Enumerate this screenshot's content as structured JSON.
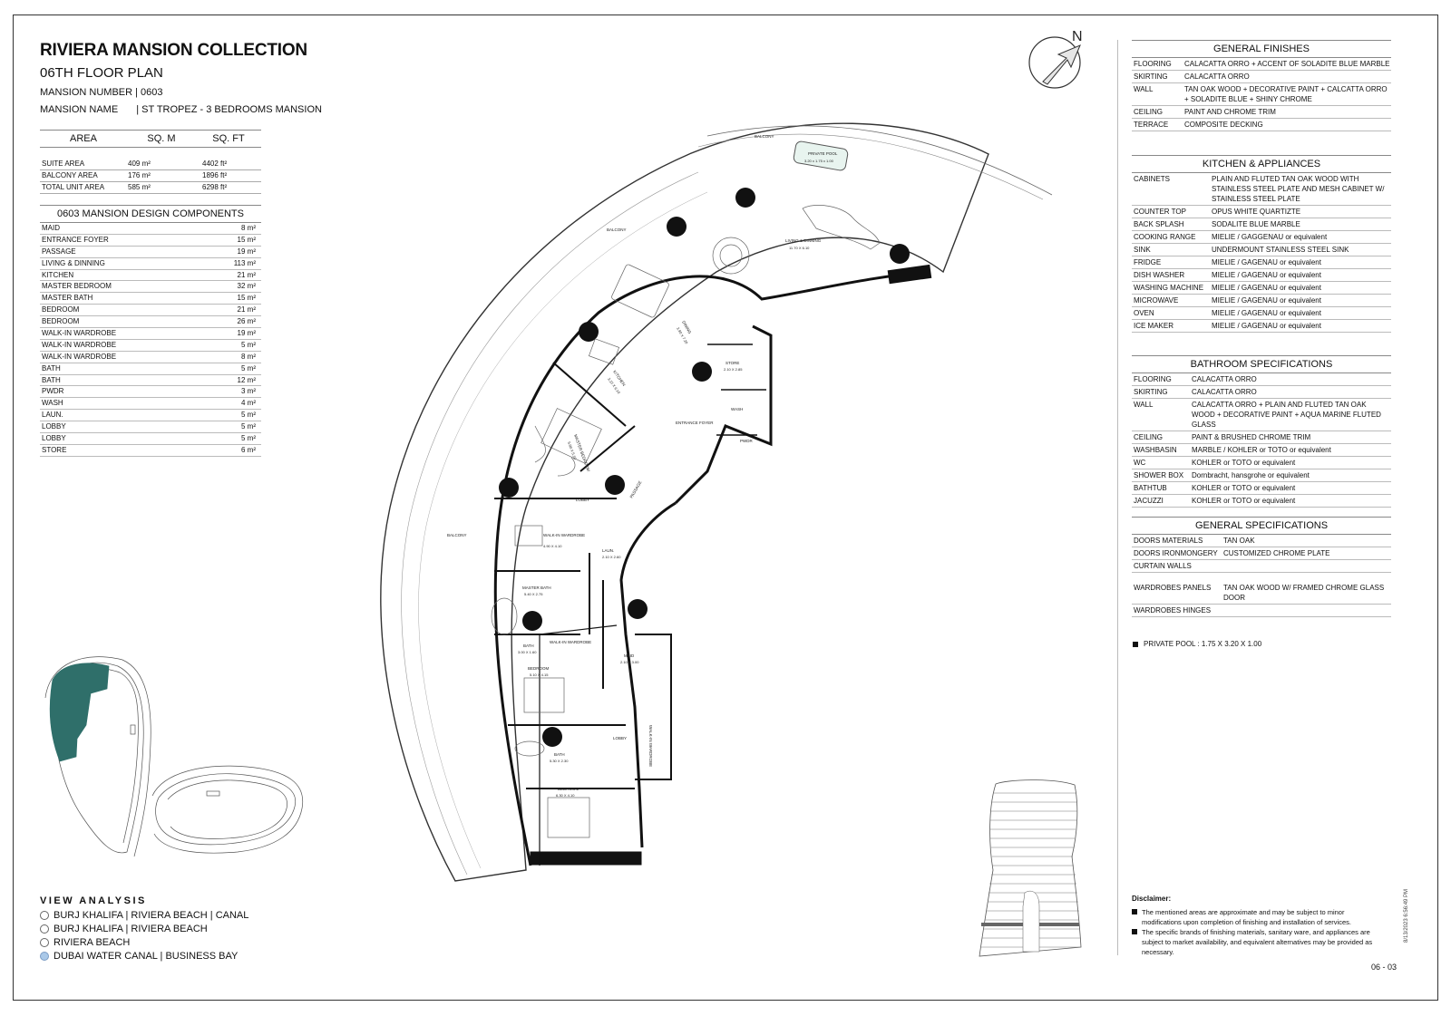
{
  "header": {
    "title": "RIVIERA MANSION COLLECTION",
    "floor": "06TH FLOOR PLAN",
    "mansion_number_label": "MANSION NUMBER | 0603",
    "mansion_name_label": "MANSION NAME",
    "mansion_name_value": "| ST TROPEZ - 3 BEDROOMS MANSION"
  },
  "area_table": {
    "headers": [
      "AREA",
      "SQ. M",
      "SQ. FT"
    ],
    "rows": [
      {
        "label": "SUITE AREA",
        "sqm": "409 m²",
        "sqft": "4402 ft²"
      },
      {
        "label": "BALCONY AREA",
        "sqm": "176 m²",
        "sqft": "1896 ft²"
      },
      {
        "label": "TOTAL UNIT AREA",
        "sqm": "585 m²",
        "sqft": "6298 ft²"
      }
    ]
  },
  "components": {
    "title": "0603 MANSION DESIGN COMPONENTS",
    "rows": [
      {
        "label": "MAID",
        "value": "8 m²"
      },
      {
        "label": "ENTRANCE FOYER",
        "value": "15 m²"
      },
      {
        "label": "PASSAGE",
        "value": "19 m²"
      },
      {
        "label": "LIVING & DINNING",
        "value": "113 m²"
      },
      {
        "label": "KITCHEN",
        "value": "21 m²"
      },
      {
        "label": "MASTER BEDROOM",
        "value": "32 m²"
      },
      {
        "label": "MASTER BATH",
        "value": "15 m²"
      },
      {
        "label": "BEDROOM",
        "value": "21 m²"
      },
      {
        "label": "BEDROOM",
        "value": "26 m²"
      },
      {
        "label": "WALK-IN WARDROBE",
        "value": "19 m²"
      },
      {
        "label": "WALK-IN WARDROBE",
        "value": "5 m²"
      },
      {
        "label": "WALK-IN WARDROBE",
        "value": "8 m²"
      },
      {
        "label": "BATH",
        "value": "5 m²"
      },
      {
        "label": "BATH",
        "value": "12 m²"
      },
      {
        "label": "PWDR",
        "value": "3 m²"
      },
      {
        "label": "WASH",
        "value": "4 m²"
      },
      {
        "label": "LAUN.",
        "value": "5 m²"
      },
      {
        "label": "LOBBY",
        "value": "5 m²"
      },
      {
        "label": "LOBBY",
        "value": "5 m²"
      },
      {
        "label": "STORE",
        "value": "6 m²"
      }
    ]
  },
  "general_finishes": {
    "title": "GENERAL FINISHES",
    "rows": [
      {
        "k": "FLOORING",
        "v": "CALACATTA ORRO + ACCENT OF SOLADITE BLUE MARBLE"
      },
      {
        "k": "SKIRTING",
        "v": "CALACATTA ORRO"
      },
      {
        "k": "WALL",
        "v": "TAN OAK WOOD + DECORATIVE PAINT + CALCATTA ORRO + SOLADITE BLUE + SHINY CHROME"
      },
      {
        "k": "CEILING",
        "v": "PAINT AND CHROME TRIM"
      },
      {
        "k": "TERRACE",
        "v": "COMPOSITE DECKING"
      }
    ]
  },
  "kitchen": {
    "title": "KITCHEN & APPLIANCES",
    "rows": [
      {
        "k": "CABINETS",
        "v": "PLAIN AND FLUTED TAN OAK WOOD WITH STAINLESS STEEL PLATE AND MESH CABINET W/ STAINLESS STEEL PLATE"
      },
      {
        "k": "COUNTER TOP",
        "v": "OPUS WHITE QUARTIZTE"
      },
      {
        "k": "BACK SPLASH",
        "v": "SODALITE BLUE MARBLE"
      },
      {
        "k": "COOKING RANGE",
        "v": "MIELIE / GAGGENAU or equivalent"
      },
      {
        "k": "SINK",
        "v": "UNDERMOUNT STAINLESS STEEL SINK"
      },
      {
        "k": "FRIDGE",
        "v": "MIELIE / GAGENAU or equivalent"
      },
      {
        "k": "DISH WASHER",
        "v": "MIELIE / GAGENAU or equivalent"
      },
      {
        "k": "WASHING MACHINE",
        "v": "MIELIE / GAGENAU or equivalent"
      },
      {
        "k": "MICROWAVE",
        "v": "MIELIE / GAGENAU or equivalent"
      },
      {
        "k": "OVEN",
        "v": "MIELIE / GAGENAU or equivalent"
      },
      {
        "k": "ICE MAKER",
        "v": "MIELIE / GAGENAU or equivalent"
      }
    ]
  },
  "bathroom": {
    "title": "BATHROOM SPECIFICATIONS",
    "rows": [
      {
        "k": "FLOORING",
        "v": "CALACATTA ORRO"
      },
      {
        "k": "SKIRTING",
        "v": "CALACATTA ORRO"
      },
      {
        "k": "WALL",
        "v": "CALACATTA ORRO + PLAIN AND FLUTED TAN OAK WOOD + DECORATIVE PAINT + AQUA MARINE FLUTED GLASS"
      },
      {
        "k": "CEILING",
        "v": "PAINT & BRUSHED CHROME TRIM"
      },
      {
        "k": "WASHBASIN",
        "v": "MARBLE / KOHLER or TOTO or equivalent"
      },
      {
        "k": "WC",
        "v": "KOHLER or TOTO or equivalent"
      },
      {
        "k": "SHOWER BOX",
        "v": "Dornbracht, hansgrohe or equivalent"
      },
      {
        "k": "BATHTUB",
        "v": "KOHLER or TOTO or equivalent"
      },
      {
        "k": "JACUZZI",
        "v": "KOHLER or TOTO or equivalent"
      }
    ]
  },
  "general_specs": {
    "title": "GENERAL SPECIFICATIONS",
    "rows": [
      {
        "k": "DOORS MATERIALS",
        "v": "TAN OAK"
      },
      {
        "k": "DOORS IRONMONGERY",
        "v": "CUSTOMIZED CHROME PLATE"
      },
      {
        "k": "CURTAIN WALLS",
        "v": ""
      },
      {
        "k": "WARDROBES PANELS",
        "v": "TAN OAK WOOD W/ FRAMED CHROME GLASS DOOR"
      },
      {
        "k": "WARDROBES HINGES",
        "v": ""
      }
    ],
    "pool_note": "PRIVATE POOL :  1.75 X 3.20 X 1.00"
  },
  "view_analysis": {
    "title": "VIEW ANALYSIS",
    "items": [
      {
        "label": "BURJ KHALIFA | RIVIERA BEACH | CANAL",
        "selected": false
      },
      {
        "label": "BURJ KHALIFA | RIVIERA BEACH",
        "selected": false
      },
      {
        "label": "RIVIERA BEACH",
        "selected": false
      },
      {
        "label": "DUBAI WATER CANAL | BUSINESS BAY",
        "selected": true
      }
    ]
  },
  "disclaimer": {
    "title": "Disclaimer:",
    "items": [
      "The mentioned areas are approximate and may be subject to minor modifications  upon completion of finishing and installation of services.",
      "The specific brands of finishing materials, sanitary ware, and appliances are subject to market availability, and equivalent alternatives may be provided as necessary."
    ]
  },
  "page_number": "06 - 03",
  "stamp": "8/13/2023 6:56:49 PM",
  "compass_label": "N",
  "plan_labels": {
    "balcony_top": "BALCONY",
    "private_pool": "PRIVATE POOL",
    "pool_dims": "3.20 x 1.75 x 1.00",
    "balcony_left": "BALCONY",
    "living": "LIVING & DINNING",
    "living_dims": "11.70 X 6.10",
    "dining": "DINING",
    "dining_dims": "3.90 X 7.20",
    "kitchen": "KITCHEN",
    "kitchen_dims": "3.15 X 6.10",
    "store": "STORE",
    "store_dims": "2.10 X 2.85",
    "wash": "WASH",
    "pwdr": "PWDR",
    "entrance": "ENTRANCE FOYER",
    "master_bedroom": "MASTER BEDROOM",
    "master_bedroom_dims": "5.90 X 5.10",
    "lobby1": "LOBBY",
    "passage": "PASSAGE",
    "balcony_mid": "BALCONY",
    "walkin": "WALK-IN WARDROBE",
    "walkin_dims": "4.90 X 4.10",
    "laun": "LAUN.",
    "laun_dims": "2.10 X 2.60",
    "master_bath": "MASTER BATH",
    "master_bath_dims": "5.40 X 2.75",
    "bath1": "BATH",
    "bath1_dims": "3.00 X 1.60",
    "walkin2": "WALK-IN WARDROBE",
    "maid": "MAID",
    "maid_dims": "2.10 X 3.00",
    "bedroom1": "BEDROOM",
    "bedroom1_dims": "5.10 X 4.15",
    "lobby2": "LOBBY",
    "bath2": "BATH",
    "bath2_dims": "5.30 X 2.30",
    "walkin3": "WALK-IN WARDROBE",
    "bedroom2": "BEDROOM",
    "bedroom2_dims": "6.30 X 4.10"
  },
  "colors": {
    "key_plan_highlight": "#2f6f6a",
    "selected_dot": "#a9c8e8"
  }
}
